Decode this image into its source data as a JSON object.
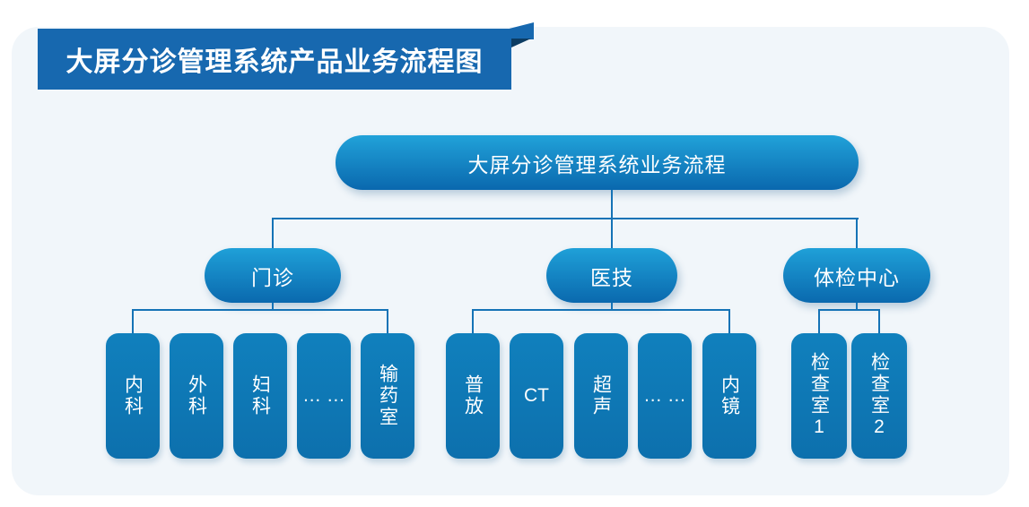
{
  "banner": {
    "title": "大屏分诊管理系统产品业务流程图"
  },
  "root": {
    "label": "大屏分诊管理系统业务流程"
  },
  "groups": [
    {
      "label": "门诊",
      "children": [
        {
          "label": "内科",
          "vertical": true
        },
        {
          "label": "外科",
          "vertical": true
        },
        {
          "label": "妇科",
          "vertical": true
        },
        {
          "label": "… …",
          "vertical": false
        },
        {
          "label": "输药室",
          "vertical": true
        }
      ]
    },
    {
      "label": "医技",
      "children": [
        {
          "label": "普放",
          "vertical": true
        },
        {
          "label": "CT",
          "vertical": false
        },
        {
          "label": "超声",
          "vertical": true
        },
        {
          "label": "… …",
          "vertical": false
        },
        {
          "label": "内镜",
          "vertical": true
        }
      ]
    },
    {
      "label": "体检中心",
      "children": [
        {
          "label": "检查室1",
          "vertical": true
        },
        {
          "label": "检查室2",
          "vertical": true
        }
      ]
    }
  ],
  "colors": {
    "ribbon_blue": "#1768af",
    "ribbon_fold_navy": "#0c3c63",
    "node_gradient_top": "#1fa0d8",
    "node_gradient_bottom": "#0a69ae",
    "leaf_blue": "#0e78b6",
    "connector_blue": "#1573b6",
    "panel_background": "#f1f6fa",
    "text_white": "#ffffff"
  }
}
